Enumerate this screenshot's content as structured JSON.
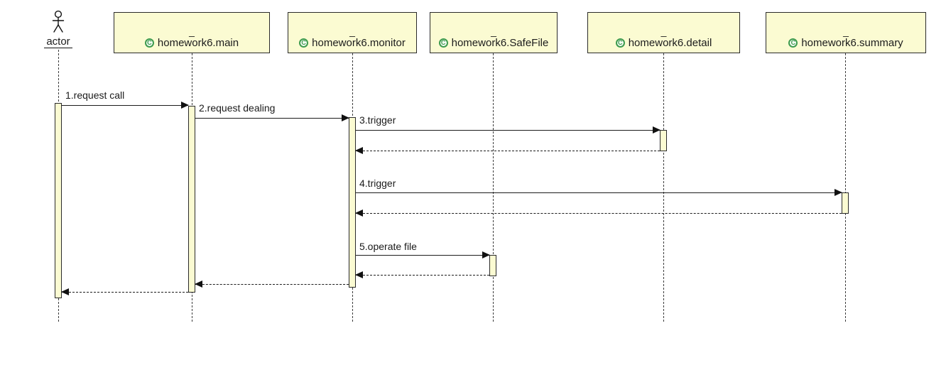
{
  "diagram": {
    "kind": "uml-sequence-diagram",
    "actor": {
      "label": "actor"
    },
    "class_icon": {
      "letter": "C",
      "color": "#3e9b4f"
    },
    "participants": [
      {
        "instance_name": "_",
        "label": "homework6.main"
      },
      {
        "instance_name": "_",
        "label": "homework6.monitor"
      },
      {
        "instance_name": "_",
        "label": "homework6.SafeFile"
      },
      {
        "instance_name": "_",
        "label": "homework6.detail"
      },
      {
        "instance_name": "_",
        "label": "homework6.summary"
      }
    ],
    "messages": [
      {
        "label": "1.request call",
        "from": "actor",
        "to": "homework6.main",
        "type": "call"
      },
      {
        "label": "2.request dealing",
        "from": "homework6.main",
        "to": "homework6.monitor",
        "type": "call"
      },
      {
        "label": "3.trigger",
        "from": "homework6.monitor",
        "to": "homework6.detail",
        "type": "call"
      },
      {
        "label": "4.trigger",
        "from": "homework6.monitor",
        "to": "homework6.summary",
        "type": "call"
      },
      {
        "label": "5.operate file",
        "from": "homework6.monitor",
        "to": "homework6.SafeFile",
        "type": "call"
      }
    ],
    "returns": [
      {
        "from": "homework6.detail",
        "to": "homework6.monitor"
      },
      {
        "from": "homework6.summary",
        "to": "homework6.monitor"
      },
      {
        "from": "homework6.SafeFile",
        "to": "homework6.monitor"
      },
      {
        "from": "homework6.monitor",
        "to": "homework6.main"
      },
      {
        "from": "homework6.main",
        "to": "actor"
      }
    ],
    "colors": {
      "participant_fill": "#fbfbd2",
      "participant_border": "#2a2a2a",
      "icon_green": "#3e9b4f",
      "line": "#1c1c1c",
      "background": "#ffffff"
    }
  }
}
